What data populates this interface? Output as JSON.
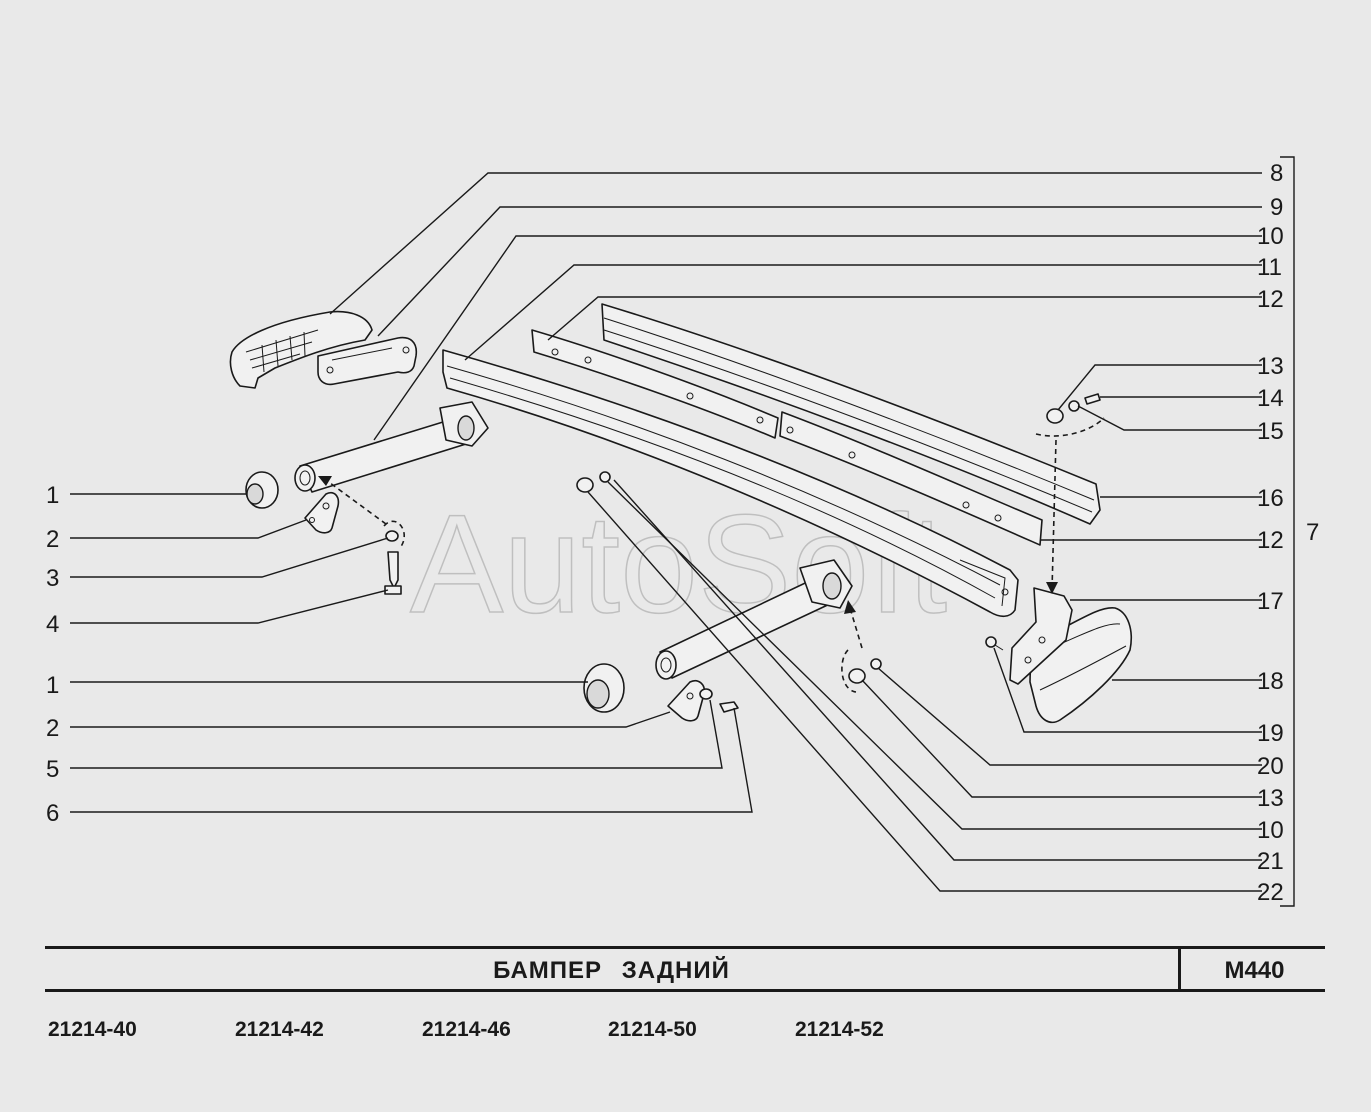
{
  "callouts": {
    "left": [
      {
        "id": "c-l1",
        "text": "1"
      },
      {
        "id": "c-l2",
        "text": "2"
      },
      {
        "id": "c-l3",
        "text": "3"
      },
      {
        "id": "c-l4",
        "text": "4"
      },
      {
        "id": "c-l5",
        "text": "1"
      },
      {
        "id": "c-l6",
        "text": "2"
      },
      {
        "id": "c-l7",
        "text": "5"
      },
      {
        "id": "c-l8",
        "text": "6"
      }
    ],
    "right": [
      {
        "id": "c-r1",
        "text": "8"
      },
      {
        "id": "c-r2",
        "text": "9"
      },
      {
        "id": "c-r3",
        "text": "10"
      },
      {
        "id": "c-r4",
        "text": "11"
      },
      {
        "id": "c-r5",
        "text": "12"
      },
      {
        "id": "c-r6",
        "text": "13"
      },
      {
        "id": "c-r7",
        "text": "14"
      },
      {
        "id": "c-r8",
        "text": "15"
      },
      {
        "id": "c-r9",
        "text": "16"
      },
      {
        "id": "c-r10",
        "text": "12"
      },
      {
        "id": "c-r11",
        "text": "17"
      },
      {
        "id": "c-r12",
        "text": "18"
      },
      {
        "id": "c-r13",
        "text": "19"
      },
      {
        "id": "c-r14",
        "text": "20"
      },
      {
        "id": "c-r15",
        "text": "13"
      },
      {
        "id": "c-r16",
        "text": "10"
      },
      {
        "id": "c-r17",
        "text": "21"
      },
      {
        "id": "c-r18",
        "text": "22"
      }
    ],
    "assembly": "7"
  },
  "watermark": "AutoSoft",
  "title": "БАМПЕР   ЗАДНИЙ",
  "code": "М440",
  "models": [
    "21214-40",
    "21214-42",
    "21214-46",
    "21214-50",
    "21214-52"
  ]
}
